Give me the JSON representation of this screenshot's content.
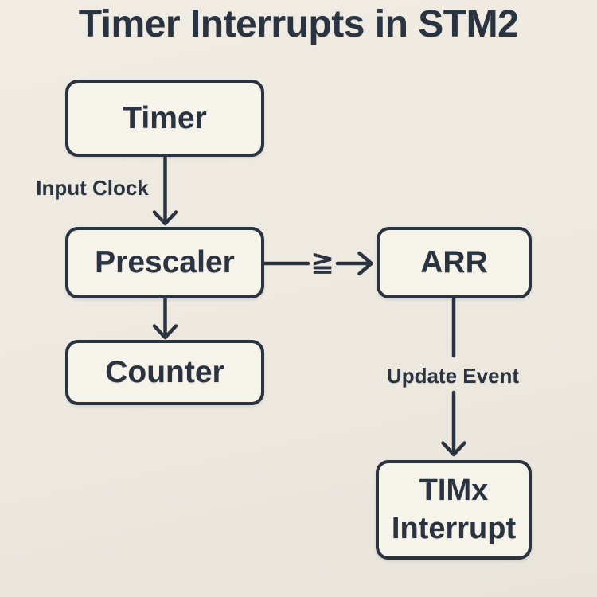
{
  "title": "Timer Interrupts in STM2",
  "colors": {
    "background": "#EDE9E0",
    "box_fill": "#F6F3EB",
    "line": "#2A3340",
    "text": "#2A3340"
  },
  "nodes": {
    "timer": {
      "label": "Timer"
    },
    "prescaler": {
      "label": "Prescaler"
    },
    "counter": {
      "label": "Counter"
    },
    "arr": {
      "label": "ARR"
    },
    "timx": {
      "label": "TIMx Interrupt"
    }
  },
  "edges": {
    "input_clock_label": "Input Clock",
    "comparison_symbol": "≧",
    "update_event_label": "Update Event"
  }
}
